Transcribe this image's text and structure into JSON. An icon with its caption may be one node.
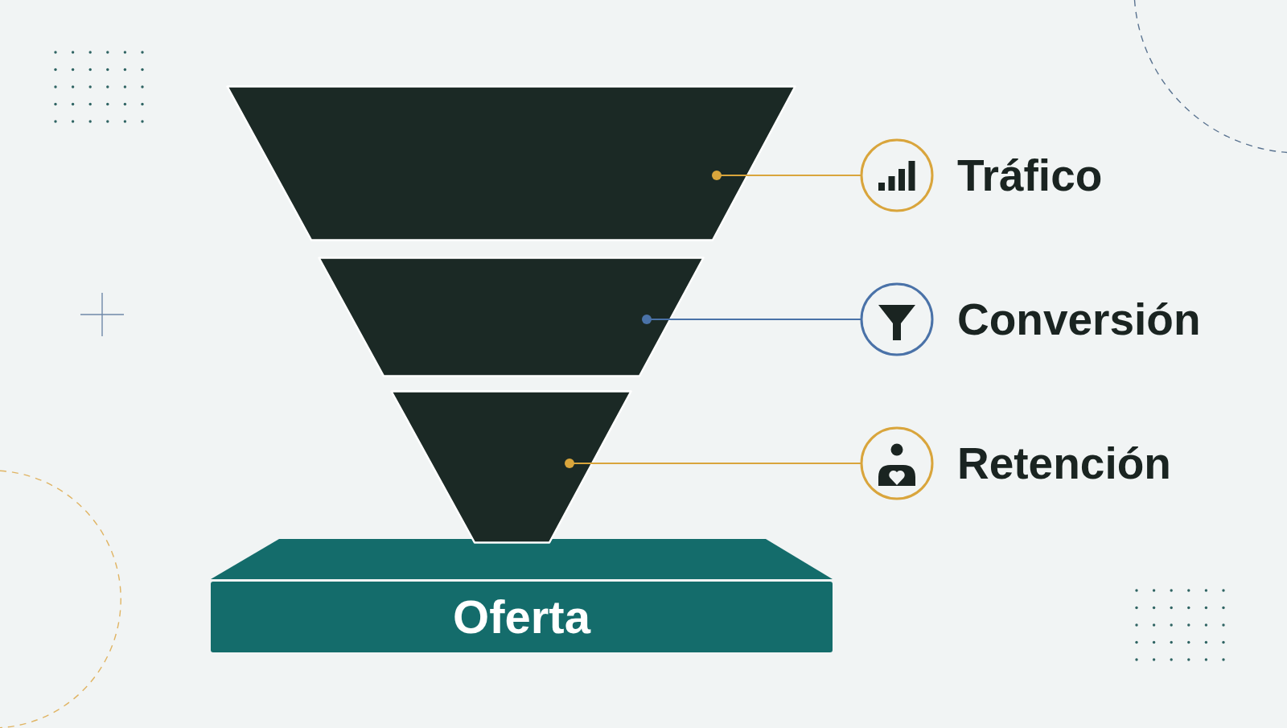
{
  "diagram": {
    "nodes": [
      {
        "text": [],
        "shape": "trapezoid"
      },
      {
        "text": [],
        "shape": "trapezoid"
      },
      {
        "text": [],
        "shape": "trapezoid"
      },
      {
        "text": [
          "Oferta"
        ]
      },
      {
        "text": [
          "Tráfico"
        ]
      },
      {
        "text": [
          "Conversión"
        ]
      },
      {
        "text": [
          "Retención"
        ]
      }
    ],
    "edges": [
      {
        "from": 4,
        "to": 0,
        "arrow": "other"
      },
      {
        "from": 5,
        "to": 1,
        "arrow": "other",
        "color": "#4a72a8"
      },
      {
        "from": 6,
        "to": 2,
        "arrow": "other"
      }
    ]
  }
}
